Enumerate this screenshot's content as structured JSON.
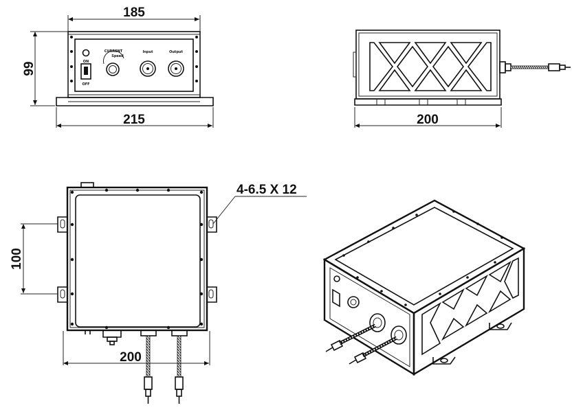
{
  "dimensions": {
    "front_inner_width": "185",
    "front_height": "99",
    "front_base_width": "215",
    "side_width": "200",
    "top_hole_spacing": "100",
    "top_width": "200",
    "mounting_holes": "4-6.5 X 12"
  },
  "panel_labels": {
    "switch_on": "ON",
    "switch_off": "OFF",
    "knob_label": "CURRENT",
    "knob_sub": "Speed",
    "input": "Input",
    "output": "Output"
  },
  "colors": {
    "line": "#111111",
    "background": "#ffffff"
  }
}
